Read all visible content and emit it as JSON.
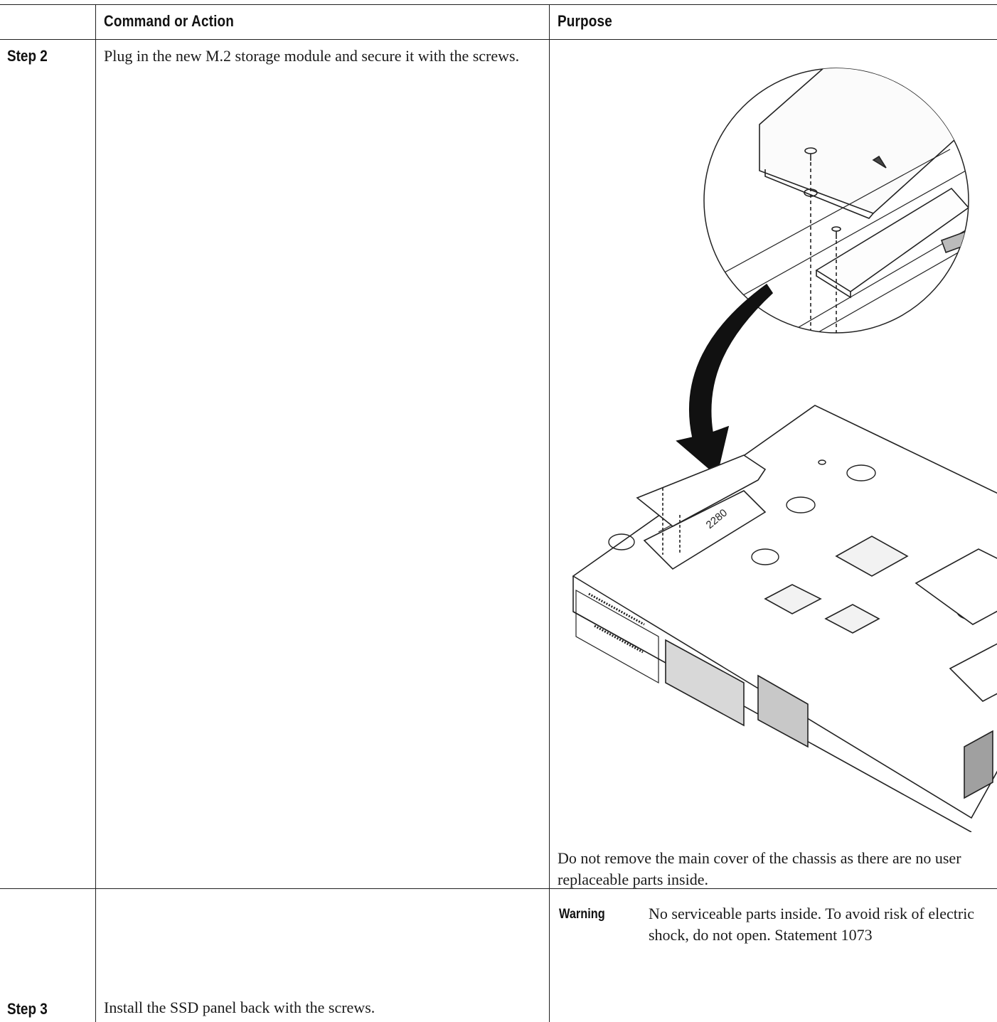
{
  "table": {
    "headers": {
      "col_step": "",
      "col_command": "Command or Action",
      "col_purpose": "Purpose"
    },
    "rows": [
      {
        "step": "Step 2",
        "command": "Plug in the new M.2 storage module and secure it with the screws.",
        "purpose": {
          "figure_labels": {
            "module_size": "2280"
          },
          "note": "Do not remove the main cover of the chassis as there are no user replaceable parts inside.",
          "warning": {
            "label": "Warning",
            "text": "No serviceable parts inside. To avoid risk of electric shock, do not open. Statement 1073"
          }
        }
      },
      {
        "step": "Step 3",
        "command": "Install the SSD panel back with the screws.",
        "purpose": ""
      }
    ]
  }
}
